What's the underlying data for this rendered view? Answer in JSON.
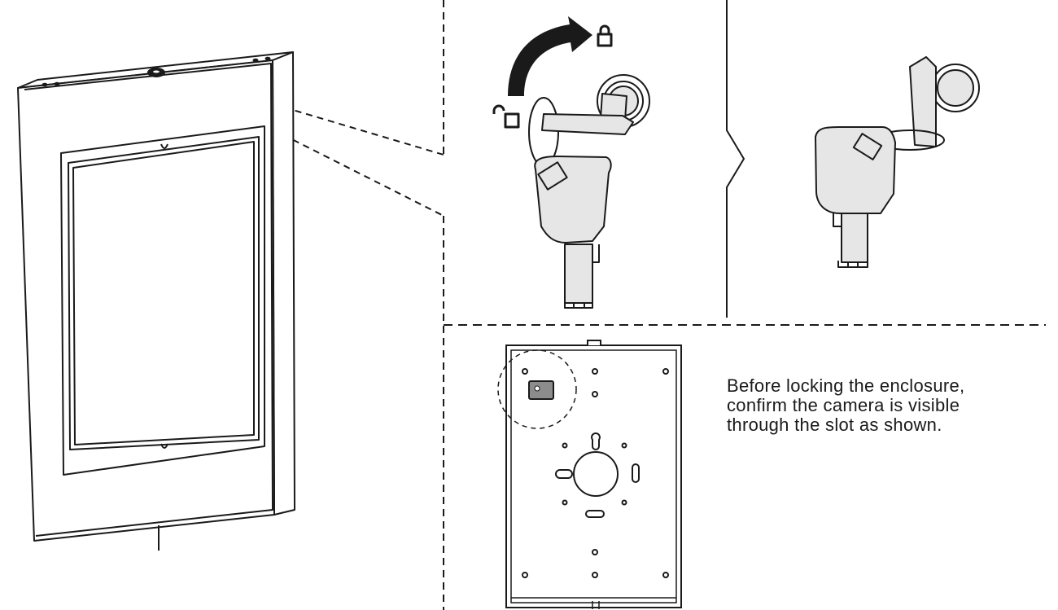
{
  "instruction": {
    "lines": [
      "Before locking the enclosure,",
      "confirm the camera is visible",
      "through the slot as shown."
    ]
  },
  "icons": {
    "unlocked": "padlock-open-icon",
    "locked": "padlock-closed-icon",
    "rotation": "curved-arrow-icon"
  },
  "colors": {
    "line": "#1a1a1a",
    "key_fill": "#e6e6e6",
    "camera_fill": "#8c8c8c",
    "frame_fill": "#ffffff"
  }
}
